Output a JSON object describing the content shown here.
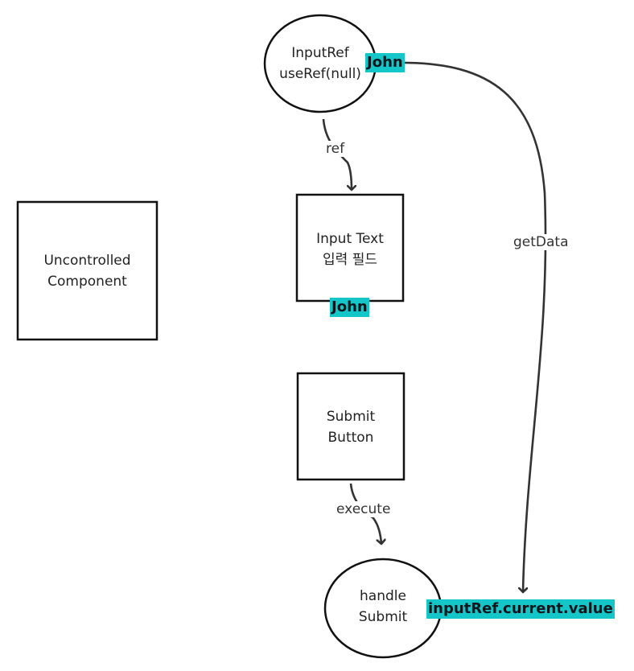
{
  "nodes": {
    "input_ref": {
      "line1": "InputRef",
      "line2": "useRef(null)"
    },
    "uncontrolled": {
      "line1": "Uncontrolled",
      "line2": "Component"
    },
    "input_text": {
      "line1": "Input Text",
      "line2": "입력 필드"
    },
    "submit_button": {
      "line1": "Submit",
      "line2": "Button"
    },
    "handle_submit": {
      "line1": "handle",
      "line2": "Submit"
    }
  },
  "highlights": {
    "ref_value": "John",
    "input_value": "John",
    "current_value": "inputRef.current.value"
  },
  "edges": {
    "ref": "ref",
    "execute": "execute",
    "get_data": "getData"
  },
  "colors": {
    "highlight": "#14c6c8",
    "stroke": "#111111",
    "arrow": "#333333"
  }
}
